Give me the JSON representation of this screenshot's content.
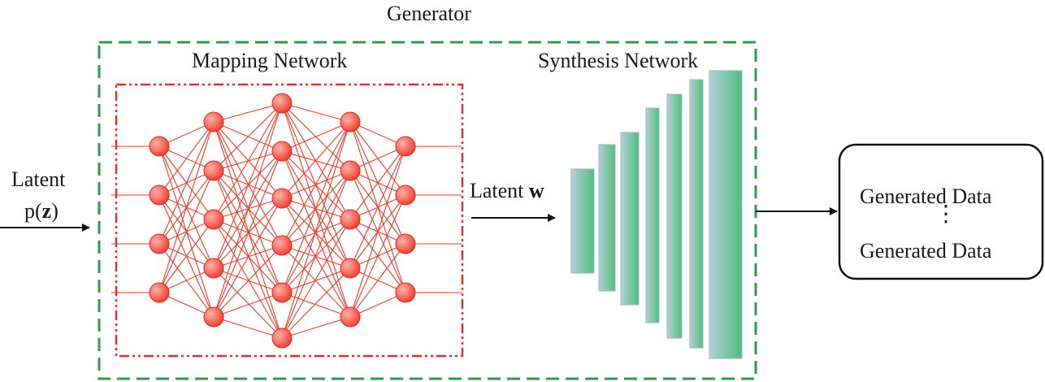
{
  "diagram": {
    "title": "Generator",
    "mapping_network_label": "Mapping Network",
    "synthesis_network_label": "Synthesis Network",
    "input": {
      "line1": "Latent",
      "line2_prefix": "p(",
      "line2_var": "z",
      "line2_suffix": ")"
    },
    "intermediate": {
      "prefix": "Latent ",
      "var": "w"
    },
    "output": {
      "line1": "Generated Data",
      "ellipsis": "⋮",
      "line2": "Generated Data"
    },
    "layer_node_counts": [
      4,
      5,
      6,
      5,
      4
    ],
    "synthesis_block_count": 7
  },
  "colors": {
    "generator_border": "#2e9b4a",
    "mapping_border": "#e02f2f",
    "node_fill_light": "#ffb3a8",
    "node_fill": "#f23b2e",
    "edge": "#ef3b2b",
    "block_gradient_start": "#b4cfd8",
    "block_gradient_end": "#4fbf7a",
    "text": "#1a1a1a"
  }
}
